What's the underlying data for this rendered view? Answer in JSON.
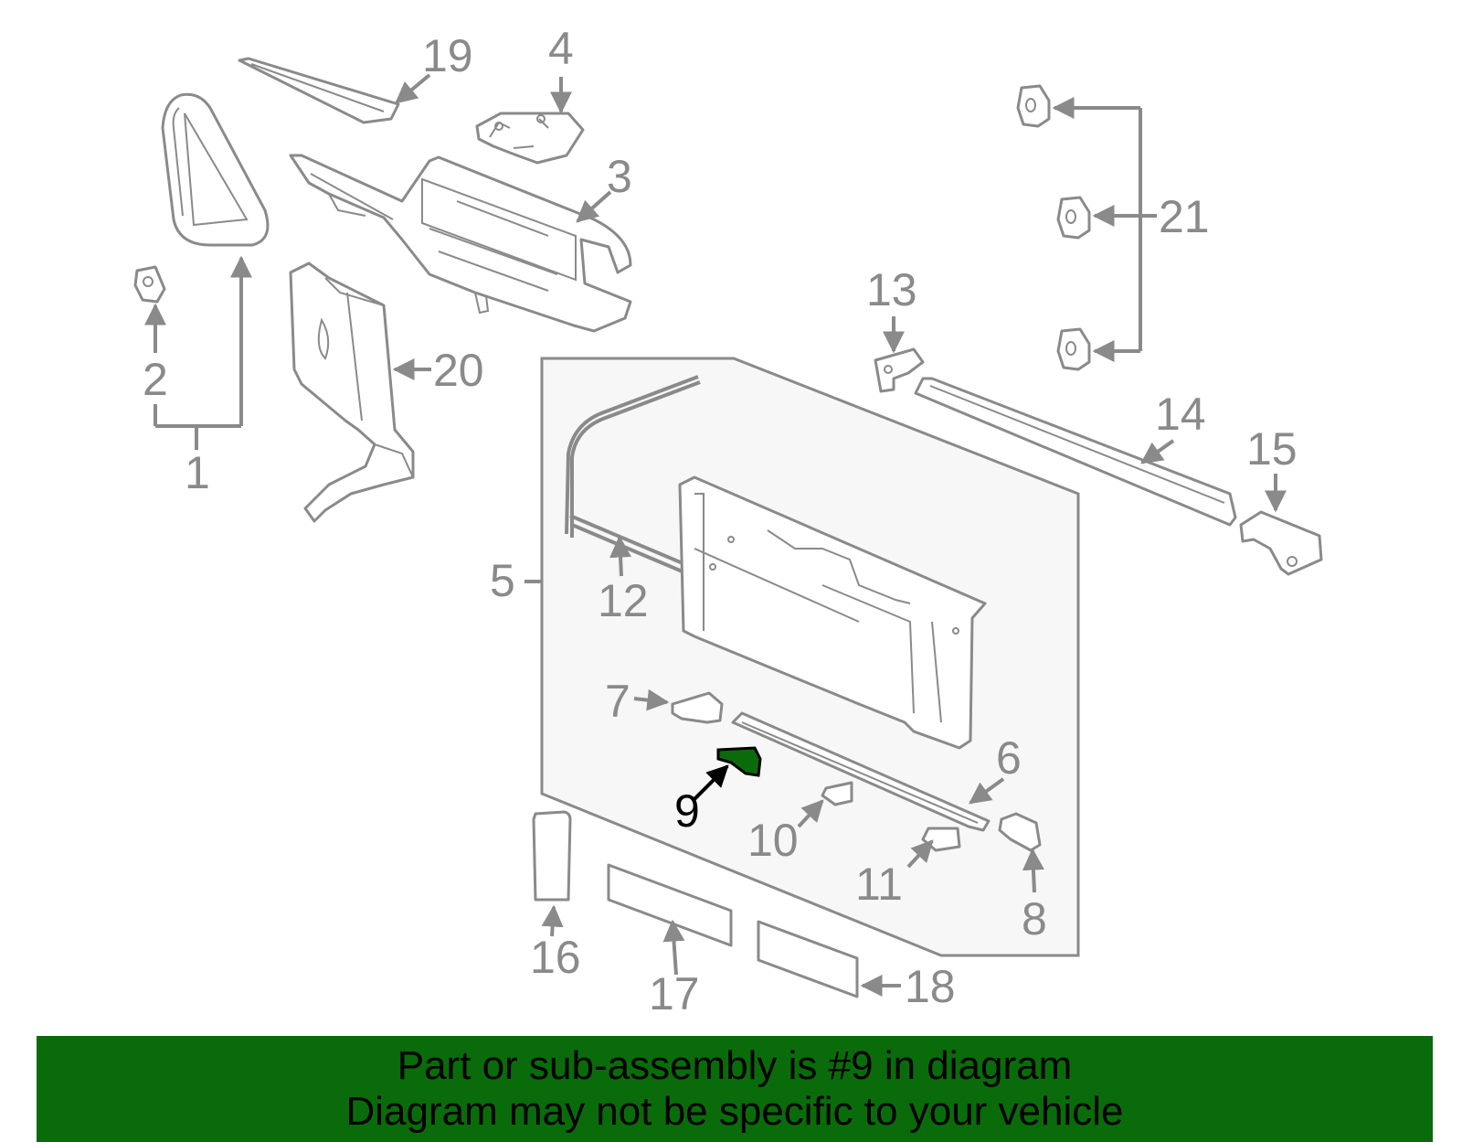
{
  "callouts": {
    "c1": "1",
    "c2": "2",
    "c3": "3",
    "c4": "4",
    "c5": "5",
    "c6": "6",
    "c7": "7",
    "c8": "8",
    "c9": "9",
    "c10": "10",
    "c11": "11",
    "c12": "12",
    "c13": "13",
    "c14": "14",
    "c15": "15",
    "c16": "16",
    "c17": "17",
    "c18": "18",
    "c19": "19",
    "c20": "20",
    "c21": "21"
  },
  "highlight": {
    "part": "9",
    "color": "#0a6b0a",
    "label_color": "#000000"
  },
  "colors": {
    "line": "#8a8a8a",
    "panel_fill": "#f7f7f7",
    "banner_bg": "#0a6b0a"
  },
  "banner": {
    "line1": "Part or sub-assembly is #9 in diagram",
    "line2": "Diagram may not be specific to your vehicle"
  }
}
